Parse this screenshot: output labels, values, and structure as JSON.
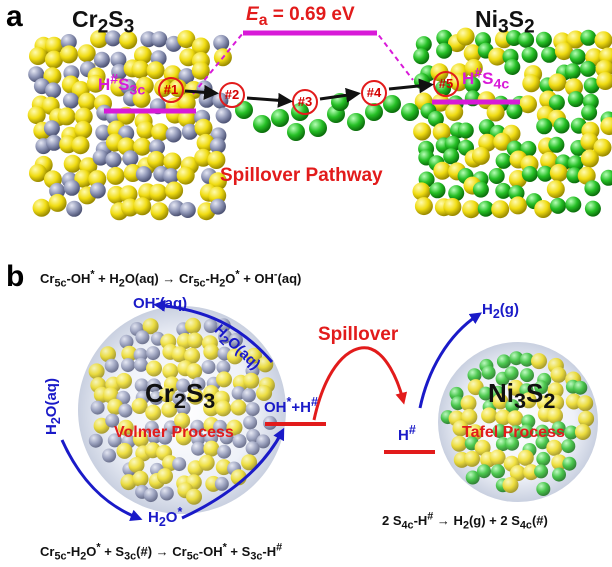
{
  "panel_a": {
    "label": "a",
    "left_material": {
      "el1": "Cr",
      "n1": "2",
      "el2": "S",
      "n2": "3"
    },
    "right_material": {
      "el1": "Ni",
      "n1": "3",
      "el2": "S",
      "n2": "2"
    },
    "barrier": {
      "symbol": "E",
      "sub": "a",
      "text": " = 0.69 eV"
    },
    "left_site": {
      "main": "H",
      "sup": "#",
      "mid": "S",
      "sub": "3c"
    },
    "right_site": {
      "main": "H",
      "sup": "#",
      "mid": "S",
      "sub": "4c"
    },
    "steps": [
      "#1",
      "#2",
      "#3",
      "#4",
      "#5"
    ],
    "pathway": "Spillover Pathway"
  },
  "panel_b": {
    "label": "b",
    "eq_top": [
      "Cr",
      "5c",
      "-OH",
      "*",
      " + H",
      "2",
      "O(aq) → Cr",
      "5c",
      "-H",
      "2",
      "O",
      "*",
      " + OH",
      "-",
      "(aq)"
    ],
    "oh_aq": {
      "main": "OH",
      "sup": "-",
      "rest": "(aq)"
    },
    "h2o_arc": {
      "a": "H",
      "b": "2",
      "c": "O(aq)"
    },
    "h2o_left": {
      "a": "H",
      "b": "2",
      "c": "O(aq)"
    },
    "left_material": {
      "el1": "Cr",
      "n1": "2",
      "el2": "S",
      "n2": "3"
    },
    "volmer": "Volmer Process",
    "oh_h": {
      "a": "OH",
      "b": "*",
      "c": "+H",
      "d": "#"
    },
    "h2o_star": {
      "a": "H",
      "b": "2",
      "c": "O",
      "d": "*"
    },
    "spillover": "Spillover",
    "h_hash": {
      "a": "H",
      "b": "#"
    },
    "h2g": {
      "a": "H",
      "b": "2",
      "c": "(g)"
    },
    "right_material": {
      "el1": "Ni",
      "n1": "3",
      "el2": "S",
      "n2": "2"
    },
    "tafel": "Tafel Process",
    "eq_right": [
      "2 S",
      "4c",
      "-H",
      "#",
      " → H",
      "2",
      "(g) + 2 S",
      "4c",
      "(#)"
    ],
    "eq_bottom": [
      "Cr",
      "5c",
      "-H",
      "2",
      "O",
      "*",
      " + S",
      "3c",
      "(#) → Cr",
      "5c",
      "-OH",
      "*",
      " + S",
      "3c",
      "-H",
      "#"
    ]
  },
  "colors": {
    "red": "#e21b1b",
    "blue": "#1a1ac8",
    "magenta": "#d81ad8",
    "yellow": "#f2e21a",
    "gray": "#8c93b4",
    "green": "#2ec02e"
  }
}
